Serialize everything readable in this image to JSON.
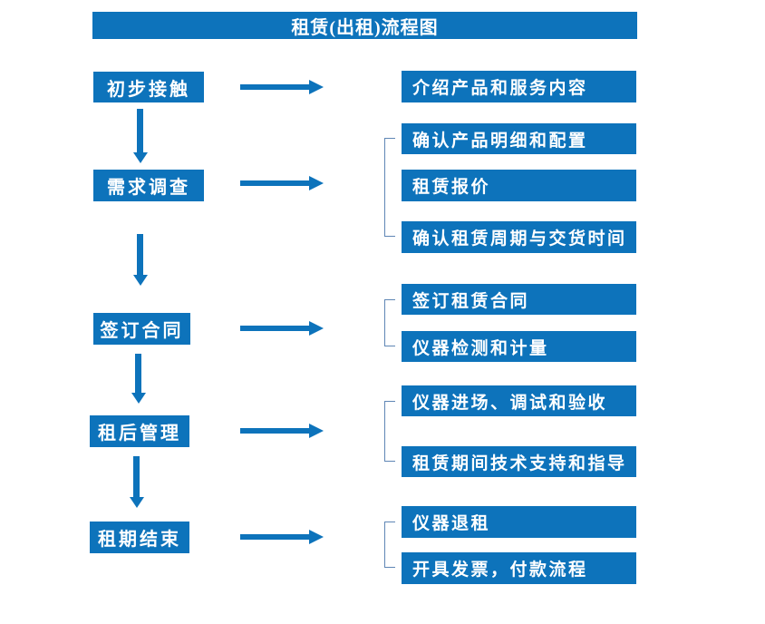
{
  "title": "租赁(出租)流程图",
  "colors": {
    "primary_blue": "#0d73bb",
    "bracket_blue": "#5f86b5",
    "text_on_blue": "#ffffff",
    "background": "#ffffff"
  },
  "stages": [
    {
      "label": "初步接触",
      "outputs": [
        "介绍产品和服务内容"
      ]
    },
    {
      "label": "需求调查",
      "outputs": [
        "确认产品明细和配置",
        "租赁报价",
        "确认租赁周期与交货时间"
      ]
    },
    {
      "label": "签订合同",
      "outputs": [
        "签订租赁合同",
        "仪器检测和计量"
      ]
    },
    {
      "label": "租后管理",
      "outputs": [
        "仪器进场、调试和验收",
        "租赁期间技术支持和指导"
      ]
    },
    {
      "label": "租期结束",
      "outputs": [
        "仪器退租",
        "开具发票，付款流程"
      ]
    }
  ]
}
